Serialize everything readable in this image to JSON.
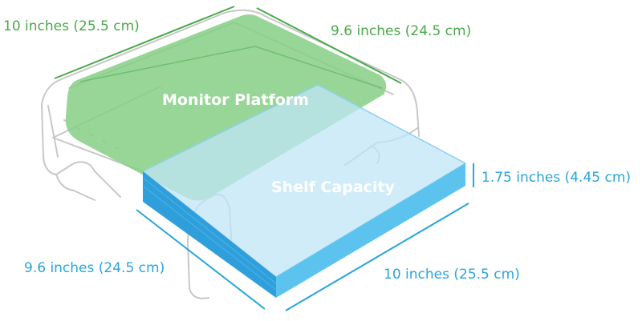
{
  "colors": {
    "platform_dim": "#4aa94a",
    "shelf_dim": "#27a6d9",
    "platform_fill": "#86cf86",
    "shelf_top": "#bfe6f5",
    "shelf_front": "#2f9fdc",
    "shelf_side": "#5cc3ee",
    "outline": "#c8c8c8"
  },
  "platform": {
    "label": "Monitor Platform",
    "width_dim": "10 inches (25.5 cm)",
    "depth_dim": "9.6 inches (24.5 cm)"
  },
  "shelf": {
    "label": "Shelf Capacity",
    "height_dim": "1.75 inches (4.45 cm)",
    "depth_dim": "9.6 inches (24.5 cm)",
    "width_dim": "10 inches (25.5 cm)"
  }
}
